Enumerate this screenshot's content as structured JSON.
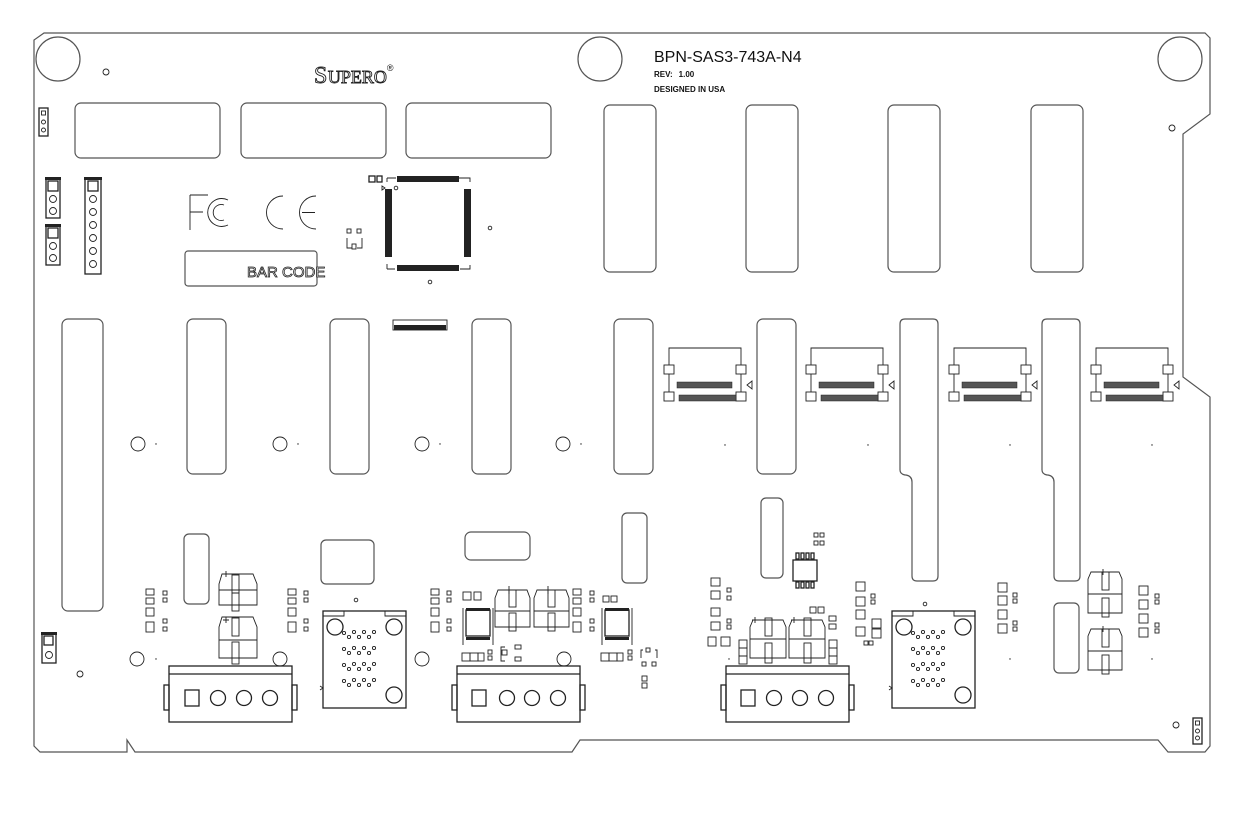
{
  "board": {
    "model": "BPN-SAS3-743A-N4",
    "revision_label": "REV:",
    "revision_value": "1.00",
    "designed_in": "DESIGNED IN USA",
    "brand_initial": "S",
    "brand_rest": "UPERO",
    "brand_registered": "®",
    "barcode_label": "BAR CODE",
    "certifications": [
      "FC",
      "CE"
    ]
  },
  "components": {
    "nvme_slot_connectors": 4,
    "sata_power_connectors": 3,
    "sas_connectors": 2,
    "drive_bay_slots": 8,
    "jumper_headers": 5
  }
}
